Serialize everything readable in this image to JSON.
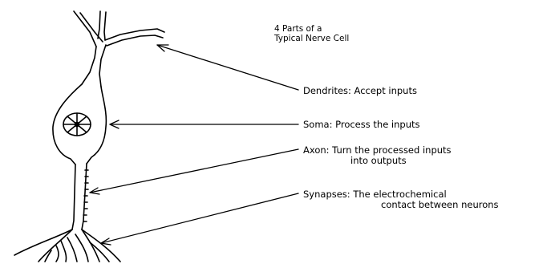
{
  "diagram": {
    "title_line1": "4 Parts of a",
    "title_line2": "Typical Nerve Cell",
    "labels": {
      "dendrites": "Dendrites:  Accept inputs",
      "soma": "Soma:  Process the inputs",
      "axon_line1": "Axon:  Turn the processed inputs",
      "axon_line2": "into outputs",
      "synapses_line1": "Synapses:  The electrochemical",
      "synapses_line2": "contact between neurons"
    },
    "colors": {
      "line": "#000000",
      "background": "#ffffff"
    }
  }
}
